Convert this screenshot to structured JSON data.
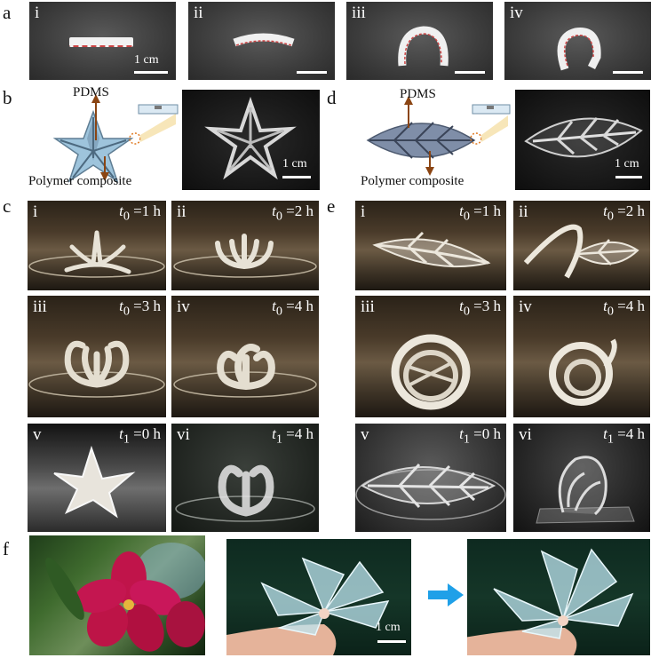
{
  "panel_labels": {
    "a": "a",
    "b": "b",
    "c": "c",
    "d": "d",
    "e": "e",
    "f": "f"
  },
  "panel_a": {
    "subpanels": [
      "i",
      "ii",
      "iii",
      "iv"
    ],
    "scale_label": "1 cm"
  },
  "panel_b": {
    "pdms_label": "PDMS",
    "composite_label": "Polymer composite",
    "scale_label": "1 cm"
  },
  "panel_d": {
    "pdms_label": "PDMS",
    "composite_label": "Polymer composite",
    "scale_label": "1 cm"
  },
  "panel_c": {
    "subpanels": [
      {
        "roman": "i",
        "var": "t",
        "sub": "0",
        "value": "=1 h"
      },
      {
        "roman": "ii",
        "var": "t",
        "sub": "0",
        "value": "=2 h"
      },
      {
        "roman": "iii",
        "var": "t",
        "sub": "0",
        "value": "=3 h"
      },
      {
        "roman": "iv",
        "var": "t",
        "sub": "0",
        "value": "=4 h"
      },
      {
        "roman": "v",
        "var": "t",
        "sub": "1",
        "value": "=0 h"
      },
      {
        "roman": "vi",
        "var": "t",
        "sub": "1",
        "value": "=4 h"
      }
    ]
  },
  "panel_e": {
    "subpanels": [
      {
        "roman": "i",
        "var": "t",
        "sub": "0",
        "value": "=1 h"
      },
      {
        "roman": "ii",
        "var": "t",
        "sub": "0",
        "value": "=2 h"
      },
      {
        "roman": "iii",
        "var": "t",
        "sub": "0",
        "value": "=3 h"
      },
      {
        "roman": "iv",
        "var": "t",
        "sub": "0",
        "value": "=4 h"
      },
      {
        "roman": "v",
        "var": "t",
        "sub": "1",
        "value": "=0 h"
      },
      {
        "roman": "vi",
        "var": "t",
        "sub": "1",
        "value": "=4 h"
      }
    ]
  },
  "panel_f": {
    "scale_label": "1 cm"
  },
  "colors": {
    "arrow_brown": "#8b4513",
    "star_fill": "#9ec4dc",
    "leaf_fill": "#7f8ea8",
    "arrow_blue": "#1fa0e8",
    "flower_red": "#c0144a"
  }
}
